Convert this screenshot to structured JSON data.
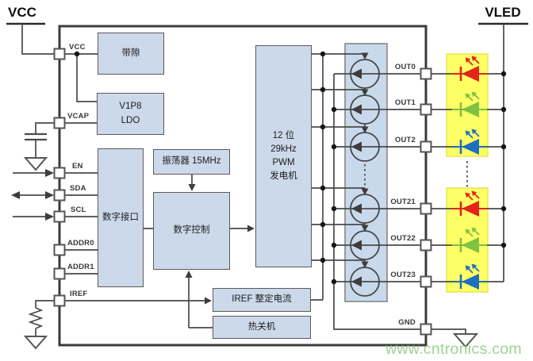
{
  "rails": {
    "vcc_label": "VCC",
    "vled_label": "VLED"
  },
  "blocks": {
    "bandgap": "带隙",
    "ldo": "V1P8\nLDO",
    "digital_interface": "数字接口",
    "oscillator": "振荡器 15MHz",
    "digital_control": "数字控制",
    "pwm_generator": "12 位\n29kHz\nPWM\n发电机",
    "iref_current": "IREF 整定电流",
    "thermal_shutdown": "热关机"
  },
  "pins": {
    "left": [
      {
        "label": "VCC"
      },
      {
        "label": "VCAP"
      },
      {
        "label": "EN"
      },
      {
        "label": "SDA"
      },
      {
        "label": "SCL"
      },
      {
        "label": "ADDR0"
      },
      {
        "label": "ADDR1"
      },
      {
        "label": "IREF"
      }
    ],
    "right": [
      {
        "label": "OUT0"
      },
      {
        "label": "OUT1"
      },
      {
        "label": "OUT2"
      },
      {
        "label": "OUT21"
      },
      {
        "label": "OUT22"
      },
      {
        "label": "OUT23"
      },
      {
        "label": "GND"
      }
    ]
  },
  "watermark": "www.cntronics.com",
  "colors": {
    "block_fill": "#ccd9ea",
    "current_source_fill": "#c9d9ec",
    "highlight_yellow": "#ffff66",
    "highlight_yellow_border": "#e6e65c",
    "led_red": "#e0251b",
    "led_green": "#7fc241",
    "led_blue": "#1e6fc0",
    "watermark_green": "#96cf8a",
    "wire": "#4a4a4a",
    "ic_border": "#3b3b3b"
  },
  "icons": {
    "led": "diode-with-emission-arrows",
    "current_source": "circle-with-left-arrow",
    "ground": "triangle-ground",
    "capacitor": "parallel-plates",
    "resistor": "zigzag"
  }
}
